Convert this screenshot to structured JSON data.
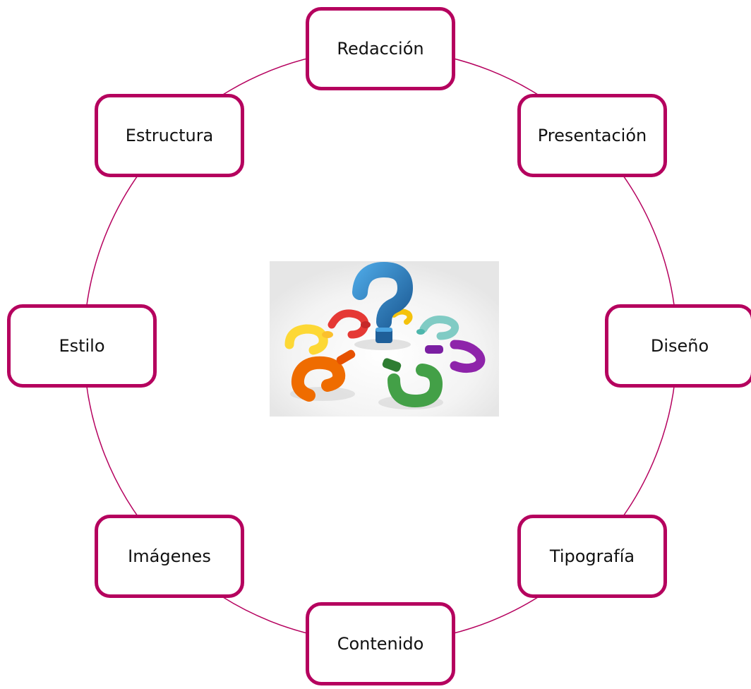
{
  "diagram": {
    "accent_color": "#b5005e",
    "ring_color": "#b5005e",
    "nodes": [
      {
        "label": "Redacción"
      },
      {
        "label": "Presentación"
      },
      {
        "label": "Diseño"
      },
      {
        "label": "Tipografía"
      },
      {
        "label": "Contenido"
      },
      {
        "label": "Imágenes"
      },
      {
        "label": "Estilo"
      },
      {
        "label": "Estructura"
      }
    ],
    "center_image": {
      "icon": "colorful-question-marks-icon",
      "colors": [
        "#2a7fc1",
        "#e53935",
        "#fdd835",
        "#80cbc4",
        "#8e24aa",
        "#ef6c00",
        "#43a047",
        "#f4b400"
      ]
    }
  }
}
